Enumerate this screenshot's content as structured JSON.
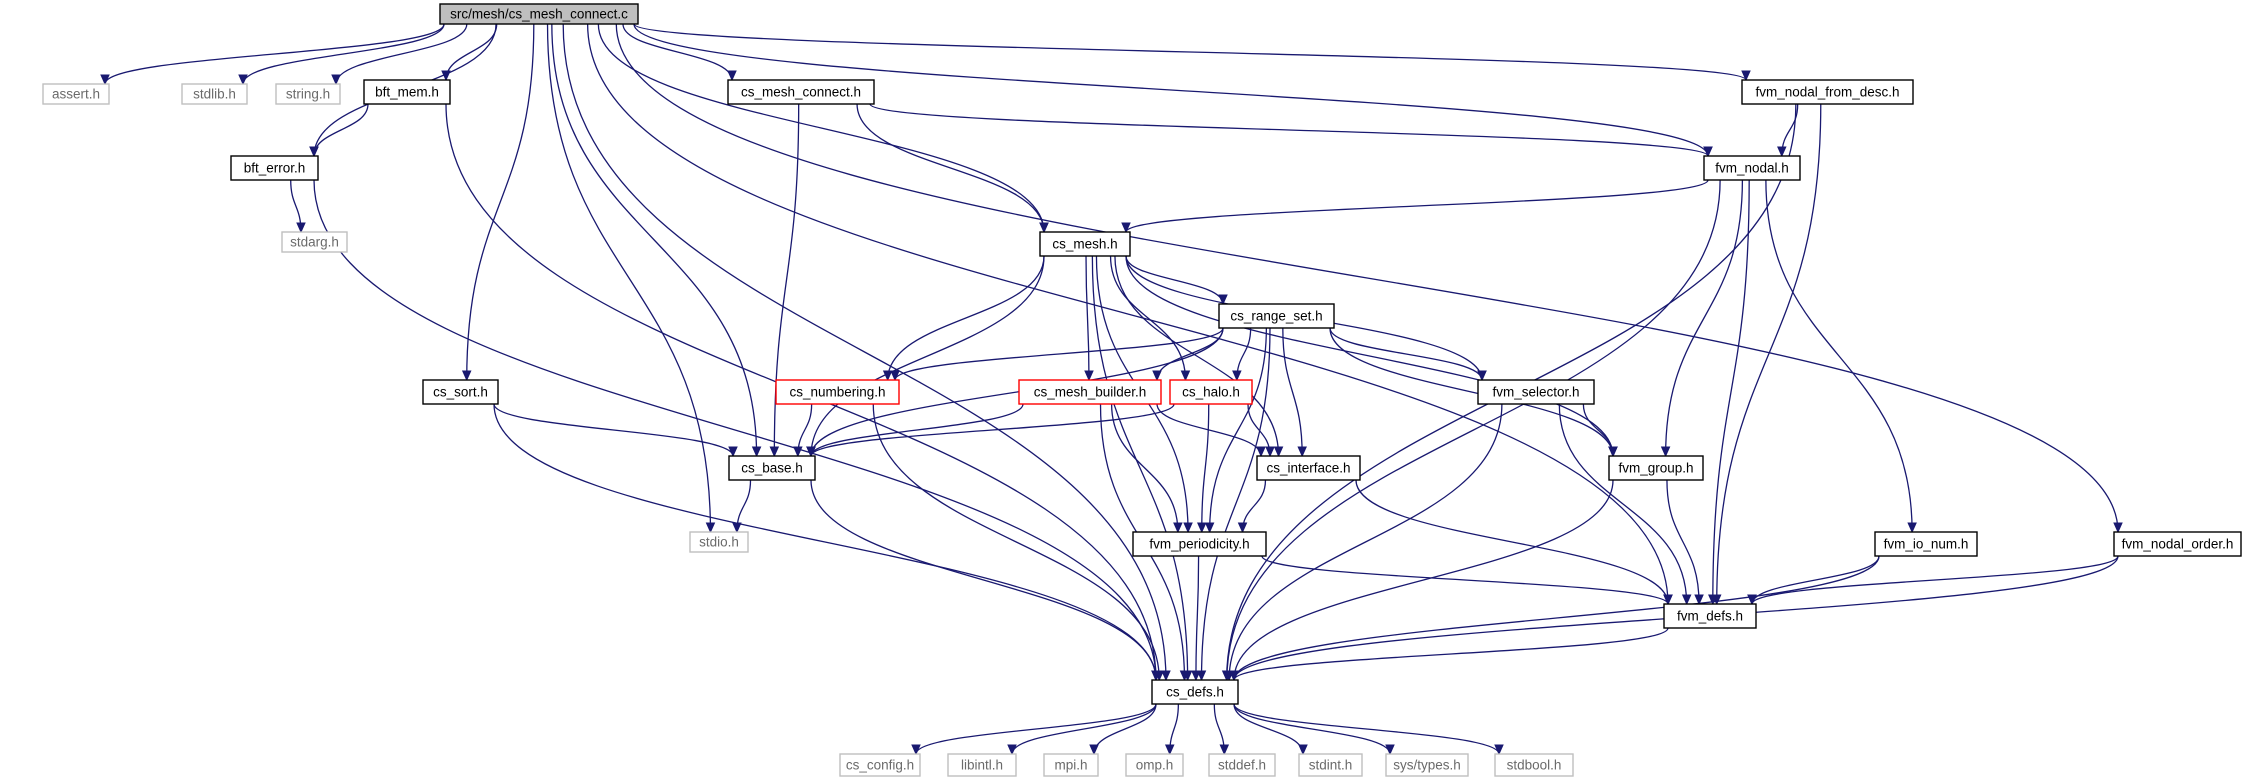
{
  "graph": {
    "nodes": [
      {
        "id": "root",
        "label": "src/mesh/cs_mesh_connect.c",
        "kind": "root"
      },
      {
        "id": "assert",
        "label": "assert.h",
        "kind": "sys"
      },
      {
        "id": "stdlib",
        "label": "stdlib.h",
        "kind": "sys"
      },
      {
        "id": "string",
        "label": "string.h",
        "kind": "sys"
      },
      {
        "id": "bft_mem",
        "label": "bft_mem.h",
        "kind": "file"
      },
      {
        "id": "cs_mesh_connect_h",
        "label": "cs_mesh_connect.h",
        "kind": "file"
      },
      {
        "id": "fvm_nodal_from_desc",
        "label": "fvm_nodal_from_desc.h",
        "kind": "file"
      },
      {
        "id": "bft_error",
        "label": "bft_error.h",
        "kind": "file"
      },
      {
        "id": "fvm_nodal",
        "label": "fvm_nodal.h",
        "kind": "file"
      },
      {
        "id": "stdarg",
        "label": "stdarg.h",
        "kind": "sys"
      },
      {
        "id": "cs_mesh",
        "label": "cs_mesh.h",
        "kind": "file"
      },
      {
        "id": "cs_range_set",
        "label": "cs_range_set.h",
        "kind": "file"
      },
      {
        "id": "cs_sort",
        "label": "cs_sort.h",
        "kind": "file"
      },
      {
        "id": "cs_numbering",
        "label": "cs_numbering.h",
        "kind": "red"
      },
      {
        "id": "cs_mesh_builder",
        "label": "cs_mesh_builder.h",
        "kind": "red"
      },
      {
        "id": "cs_halo",
        "label": "cs_halo.h",
        "kind": "red"
      },
      {
        "id": "fvm_selector",
        "label": "fvm_selector.h",
        "kind": "file"
      },
      {
        "id": "cs_base",
        "label": "cs_base.h",
        "kind": "file"
      },
      {
        "id": "cs_interface",
        "label": "cs_interface.h",
        "kind": "file"
      },
      {
        "id": "fvm_group",
        "label": "fvm_group.h",
        "kind": "file"
      },
      {
        "id": "stdio",
        "label": "stdio.h",
        "kind": "sys"
      },
      {
        "id": "fvm_periodicity",
        "label": "fvm_periodicity.h",
        "kind": "file"
      },
      {
        "id": "fvm_io_num",
        "label": "fvm_io_num.h",
        "kind": "file"
      },
      {
        "id": "fvm_nodal_order",
        "label": "fvm_nodal_order.h",
        "kind": "file"
      },
      {
        "id": "fvm_defs",
        "label": "fvm_defs.h",
        "kind": "file"
      },
      {
        "id": "cs_defs",
        "label": "cs_defs.h",
        "kind": "file"
      },
      {
        "id": "cs_config",
        "label": "cs_config.h",
        "kind": "sys"
      },
      {
        "id": "libintl",
        "label": "libintl.h",
        "kind": "sys"
      },
      {
        "id": "mpi",
        "label": "mpi.h",
        "kind": "sys"
      },
      {
        "id": "omp",
        "label": "omp.h",
        "kind": "sys"
      },
      {
        "id": "stddef",
        "label": "stddef.h",
        "kind": "sys"
      },
      {
        "id": "stdint",
        "label": "stdint.h",
        "kind": "sys"
      },
      {
        "id": "systypes",
        "label": "sys/types.h",
        "kind": "sys"
      },
      {
        "id": "stdbool",
        "label": "stdbool.h",
        "kind": "sys"
      }
    ],
    "edges": [
      [
        "root",
        "assert"
      ],
      [
        "root",
        "stdlib"
      ],
      [
        "root",
        "string"
      ],
      [
        "root",
        "bft_mem"
      ],
      [
        "root",
        "cs_mesh_connect_h"
      ],
      [
        "root",
        "fvm_nodal_from_desc"
      ],
      [
        "root",
        "bft_error"
      ],
      [
        "root",
        "fvm_nodal"
      ],
      [
        "root",
        "cs_mesh"
      ],
      [
        "root",
        "cs_sort"
      ],
      [
        "root",
        "cs_base"
      ],
      [
        "root",
        "stdio"
      ],
      [
        "root",
        "fvm_defs"
      ],
      [
        "root",
        "fvm_nodal_order"
      ],
      [
        "root",
        "cs_defs"
      ],
      [
        "bft_mem",
        "bft_error"
      ],
      [
        "bft_mem",
        "cs_defs"
      ],
      [
        "bft_error",
        "stdarg"
      ],
      [
        "bft_error",
        "cs_defs"
      ],
      [
        "cs_mesh_connect_h",
        "fvm_nodal"
      ],
      [
        "cs_mesh_connect_h",
        "cs_mesh"
      ],
      [
        "cs_mesh_connect_h",
        "cs_base"
      ],
      [
        "fvm_nodal_from_desc",
        "fvm_nodal"
      ],
      [
        "fvm_nodal_from_desc",
        "fvm_defs"
      ],
      [
        "fvm_nodal_from_desc",
        "cs_defs"
      ],
      [
        "fvm_nodal",
        "cs_mesh"
      ],
      [
        "fvm_nodal",
        "fvm_group"
      ],
      [
        "fvm_nodal",
        "fvm_io_num"
      ],
      [
        "fvm_nodal",
        "fvm_defs"
      ],
      [
        "fvm_nodal",
        "cs_defs"
      ],
      [
        "cs_mesh",
        "cs_range_set"
      ],
      [
        "cs_mesh",
        "cs_numbering"
      ],
      [
        "cs_mesh",
        "cs_mesh_builder"
      ],
      [
        "cs_mesh",
        "cs_halo"
      ],
      [
        "cs_mesh",
        "fvm_selector"
      ],
      [
        "cs_mesh",
        "cs_base"
      ],
      [
        "cs_mesh",
        "cs_interface"
      ],
      [
        "cs_mesh",
        "fvm_group"
      ],
      [
        "cs_mesh",
        "fvm_periodicity"
      ],
      [
        "cs_mesh",
        "cs_defs"
      ],
      [
        "cs_range_set",
        "cs_numbering"
      ],
      [
        "cs_range_set",
        "cs_mesh_builder"
      ],
      [
        "cs_range_set",
        "cs_halo"
      ],
      [
        "cs_range_set",
        "fvm_selector"
      ],
      [
        "cs_range_set",
        "cs_base"
      ],
      [
        "cs_range_set",
        "cs_interface"
      ],
      [
        "cs_range_set",
        "fvm_group"
      ],
      [
        "cs_range_set",
        "fvm_periodicity"
      ],
      [
        "cs_range_set",
        "cs_defs"
      ],
      [
        "cs_sort",
        "cs_base"
      ],
      [
        "cs_sort",
        "cs_defs"
      ],
      [
        "cs_numbering",
        "cs_base"
      ],
      [
        "cs_numbering",
        "cs_defs"
      ],
      [
        "cs_mesh_builder",
        "cs_base"
      ],
      [
        "cs_mesh_builder",
        "cs_interface"
      ],
      [
        "cs_mesh_builder",
        "fvm_periodicity"
      ],
      [
        "cs_mesh_builder",
        "cs_defs"
      ],
      [
        "cs_halo",
        "cs_base"
      ],
      [
        "cs_halo",
        "cs_interface"
      ],
      [
        "cs_halo",
        "fvm_periodicity"
      ],
      [
        "fvm_selector",
        "fvm_group"
      ],
      [
        "fvm_selector",
        "fvm_defs"
      ],
      [
        "fvm_selector",
        "cs_defs"
      ],
      [
        "cs_base",
        "stdio"
      ],
      [
        "cs_base",
        "cs_defs"
      ],
      [
        "cs_interface",
        "fvm_periodicity"
      ],
      [
        "cs_interface",
        "fvm_defs"
      ],
      [
        "fvm_group",
        "fvm_defs"
      ],
      [
        "fvm_group",
        "cs_defs"
      ],
      [
        "fvm_periodicity",
        "fvm_defs"
      ],
      [
        "fvm_periodicity",
        "cs_defs"
      ],
      [
        "fvm_io_num",
        "fvm_defs"
      ],
      [
        "fvm_io_num",
        "cs_defs"
      ],
      [
        "fvm_nodal_order",
        "fvm_defs"
      ],
      [
        "fvm_nodal_order",
        "cs_defs"
      ],
      [
        "fvm_defs",
        "cs_defs"
      ],
      [
        "cs_defs",
        "cs_config"
      ],
      [
        "cs_defs",
        "libintl"
      ],
      [
        "cs_defs",
        "mpi"
      ],
      [
        "cs_defs",
        "omp"
      ],
      [
        "cs_defs",
        "stddef"
      ],
      [
        "cs_defs",
        "stdint"
      ],
      [
        "cs_defs",
        "systypes"
      ],
      [
        "cs_defs",
        "stdbool"
      ]
    ]
  }
}
